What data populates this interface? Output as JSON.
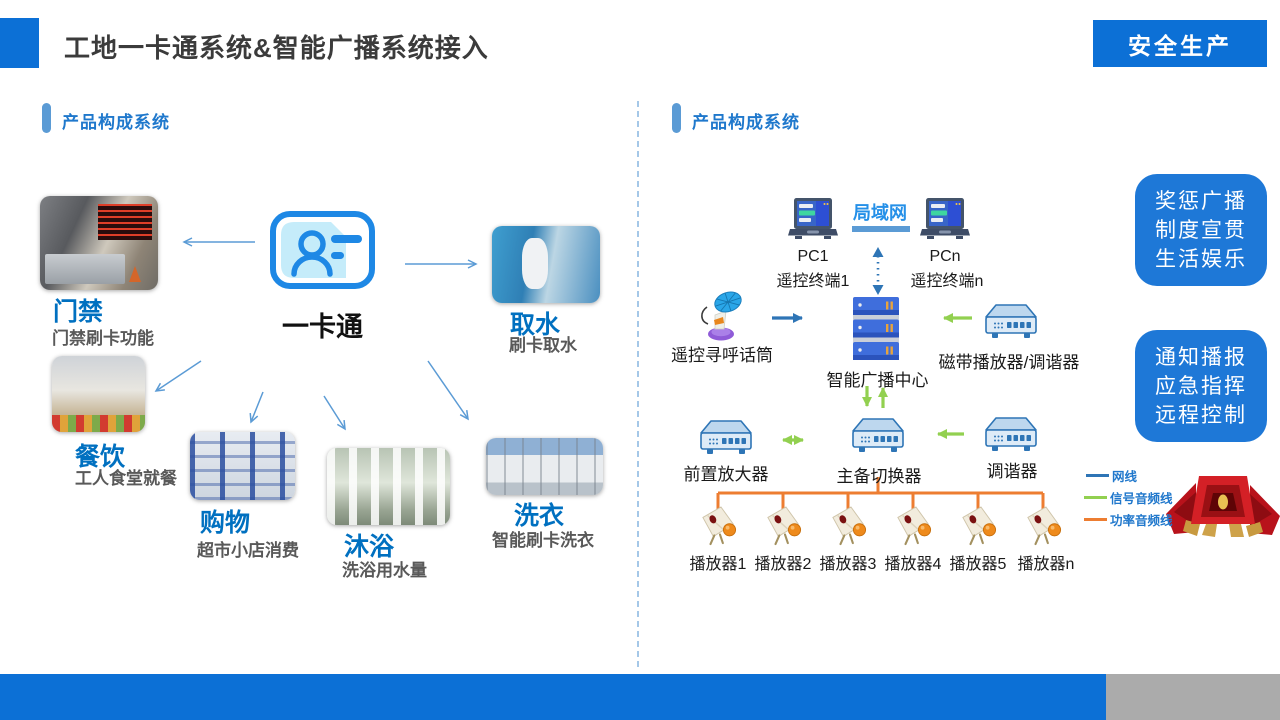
{
  "slide": {
    "title": "工地一卡通系统&智能广播系统接入",
    "badge": "安全生产"
  },
  "left_panel": {
    "section_title": "产品构成系统",
    "center_label": "一卡通",
    "items": [
      {
        "label": "门禁",
        "desc": "门禁刷卡功能"
      },
      {
        "label": "取水",
        "desc": "刷卡取水"
      },
      {
        "label": "餐饮",
        "desc": "工人食堂就餐"
      },
      {
        "label": "购物",
        "desc": "超市小店消费"
      },
      {
        "label": "沐浴",
        "desc": "洗浴用水量"
      },
      {
        "label": "洗衣",
        "desc": "智能刷卡洗衣"
      }
    ]
  },
  "right_panel": {
    "section_title": "产品构成系统",
    "lan_label": "局域网",
    "pc1": {
      "name": "PC1",
      "role": "遥控终端1"
    },
    "pcn": {
      "name": "PCn",
      "role": "遥控终端n"
    },
    "mic_label": "遥控寻呼话筒",
    "broadcast_center_label": "智能广播中心",
    "tape_tuner_label": "磁带播放器/调谐器",
    "preamp_label": "前置放大器",
    "switcher_label": "主备切换器",
    "tuner_label": "调谐器",
    "speakers": [
      "播放器1",
      "播放器2",
      "播放器3",
      "播放器4",
      "播放器5",
      "播放器n"
    ],
    "info_boxes": [
      {
        "lines": [
          "奖惩广播",
          "制度宣贯",
          "生活娱乐"
        ]
      },
      {
        "lines": [
          "通知播报",
          "应急指挥",
          "远程控制"
        ]
      }
    ],
    "legend": [
      {
        "label": "网线",
        "color": "#2E75B6"
      },
      {
        "label": "信号音频线",
        "color": "#92D050"
      },
      {
        "label": "功率音频线",
        "color": "#ED7D31"
      }
    ]
  },
  "icons": {
    "center": "id-card-icon",
    "mic": "microphone-icon",
    "pc": "laptop-icon",
    "broadcast_center": "server-stack-icon",
    "audio_device": "amplifier-box-icon",
    "speaker": "megaphone-icon",
    "bottom_right": "red-horn-speakers-icon"
  },
  "colors": {
    "brand_blue": "#0C70D6",
    "accent_blue": "#5B9BD5",
    "label_blue": "#0070C0",
    "signal_green": "#92D050",
    "power_orange": "#ED7D31",
    "footer_gray": "#ABABAB"
  }
}
